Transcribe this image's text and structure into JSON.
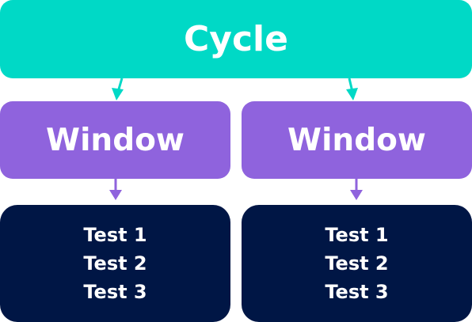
{
  "diagram": {
    "root": {
      "label": "Cycle",
      "color": "#00d9c6"
    },
    "windows": [
      {
        "label": "Window",
        "color": "#8f63dd",
        "tests": [
          "Test 1",
          "Test 2",
          "Test 3"
        ]
      },
      {
        "label": "Window",
        "color": "#8f63dd",
        "tests": [
          "Test 1",
          "Test 2",
          "Test 3"
        ]
      }
    ],
    "tests_color": "#001645",
    "root_arrow_color": "#00d9c6",
    "window_arrow_color": "#8f63dd"
  }
}
